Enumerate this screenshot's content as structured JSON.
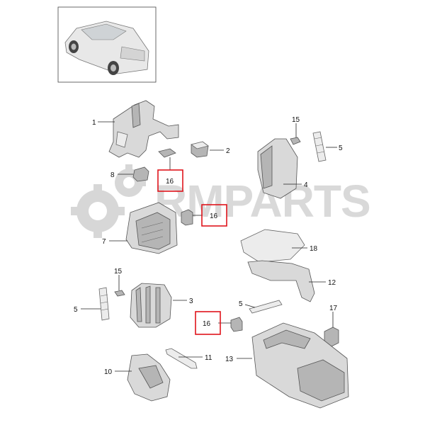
{
  "watermark": {
    "text": "RMPARTS"
  },
  "callouts": [
    {
      "id": "c1",
      "label": "1"
    },
    {
      "id": "c2",
      "label": "2"
    },
    {
      "id": "c3",
      "label": "3"
    },
    {
      "id": "c4",
      "label": "4"
    },
    {
      "id": "c5a",
      "label": "5"
    },
    {
      "id": "c5b",
      "label": "5"
    },
    {
      "id": "c5c",
      "label": "5"
    },
    {
      "id": "c7",
      "label": "7"
    },
    {
      "id": "c8",
      "label": "8"
    },
    {
      "id": "c10",
      "label": "10"
    },
    {
      "id": "c11",
      "label": "11"
    },
    {
      "id": "c12",
      "label": "12"
    },
    {
      "id": "c13",
      "label": "13"
    },
    {
      "id": "c15a",
      "label": "15"
    },
    {
      "id": "c15b",
      "label": "15"
    },
    {
      "id": "c16a",
      "label": "16"
    },
    {
      "id": "c16b",
      "label": "16"
    },
    {
      "id": "c16c",
      "label": "16"
    },
    {
      "id": "c17",
      "label": "17"
    },
    {
      "id": "c18",
      "label": "18"
    }
  ],
  "highlighted_part": "16"
}
